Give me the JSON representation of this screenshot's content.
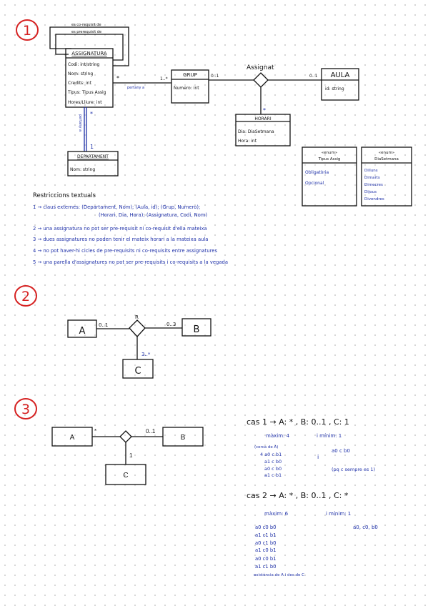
{
  "section_numbers": [
    "1",
    "2",
    "3"
  ],
  "uml": {
    "self_assoc_top": "es co-requisit de",
    "self_assoc_inner": "es prerequisit de",
    "assignatura": {
      "name": "ASSIGNATURA",
      "attrs": [
        "Codi: int/string",
        "Nom: string",
        "Credits: int",
        "Tipus: Tipus Assig",
        "Hores/Lliure: int"
      ]
    },
    "grup": {
      "name": "GRUP",
      "attrs": [
        "Numero: int"
      ]
    },
    "aula": {
      "name": "AULA",
      "attrs": [
        "id: string"
      ]
    },
    "horari": {
      "name": "HORARI",
      "attrs": [
        "Dia: DiaSetmana",
        "Hora: int"
      ]
    },
    "departament": {
      "name": "DEPARTAMENT",
      "attrs": [
        "Nom: string"
      ]
    },
    "assoc_assig_grup": "pertany a",
    "assoc_assig_dept": "pertany a",
    "ternary_name": "Assignat",
    "mult_assig_grup_left": "*",
    "mult_assig_grup_right": "1..*",
    "mult_grup_ternary": "0..1",
    "mult_aula_ternary": "0..1",
    "mult_horari_ternary": "*",
    "mult_assig_dept_top": "*",
    "mult_assig_dept_bottom": "1",
    "enum_tipus": {
      "stereo": "«enum»",
      "name": "Tipus Assig",
      "values": [
        "Obligatòria",
        "Opcional"
      ]
    },
    "enum_dia": {
      "stereo": "«enum»",
      "name": "DiaSetmana",
      "values": [
        "Dilluns",
        "Dimarts",
        "Dimecres",
        "Dijous",
        "Divendres"
      ]
    }
  },
  "restrictions": {
    "title": "Restriccions textuals",
    "items": [
      "1 → claus externes: (Departament, Nom); (Aula, id); (Grup, Numero);",
      "(Horari, Dia, Hora); (Assignatura, Codi, Nom)",
      "2 → una assignatura no pot ser pre-requisit ni co-requisit d'ella mateixa",
      "3 → dues assignatures no poden tenir el mateix horari a la mateixa aula",
      "4 → no pot haver-hi cicles de pre-requisits ni co-requisits entre assignatures",
      "5 → una parella d'assignatures no pot ser pre-requisits i co-requisits a la vegada"
    ]
  },
  "diagram2": {
    "a": "A",
    "b": "B",
    "c": "C",
    "rel": "R",
    "mult_a": "0..1",
    "mult_b": "0..3",
    "mult_c": "3..*"
  },
  "diagram3": {
    "a": "A",
    "b": "B",
    "c": "C",
    "mult_a": "*",
    "mult_b": "0..1",
    "mult_c": "1"
  },
  "cas1": {
    "header": "cas 1 → A: * , B: 0..1 , C: 1",
    "maxim": "màxim: 4",
    "minim": "i   mínim: 1",
    "note": "(cerca de A)",
    "rows": [
      "4 a0 c b1",
      "a1 c b0",
      "a0 c b0",
      "a1 c b1"
    ],
    "min_example": "a0 c b0",
    "min_note": "(pq c sempre es 1)",
    "semicolon": "i"
  },
  "cas2": {
    "header": "cas 2 → A: * , B: 0..1 , C: *",
    "maxim": "màxim: 6",
    "minim": "i   mínim: 1",
    "rows": [
      "a0 c0 b0",
      "a1 c1 b1",
      "a0 c1 b0",
      "a1 c0 b1",
      "a0 c0 b1",
      "a1 c1 b0"
    ],
    "min_example": "a0, c0, b0",
    "footer": "existència de A i des de C"
  }
}
